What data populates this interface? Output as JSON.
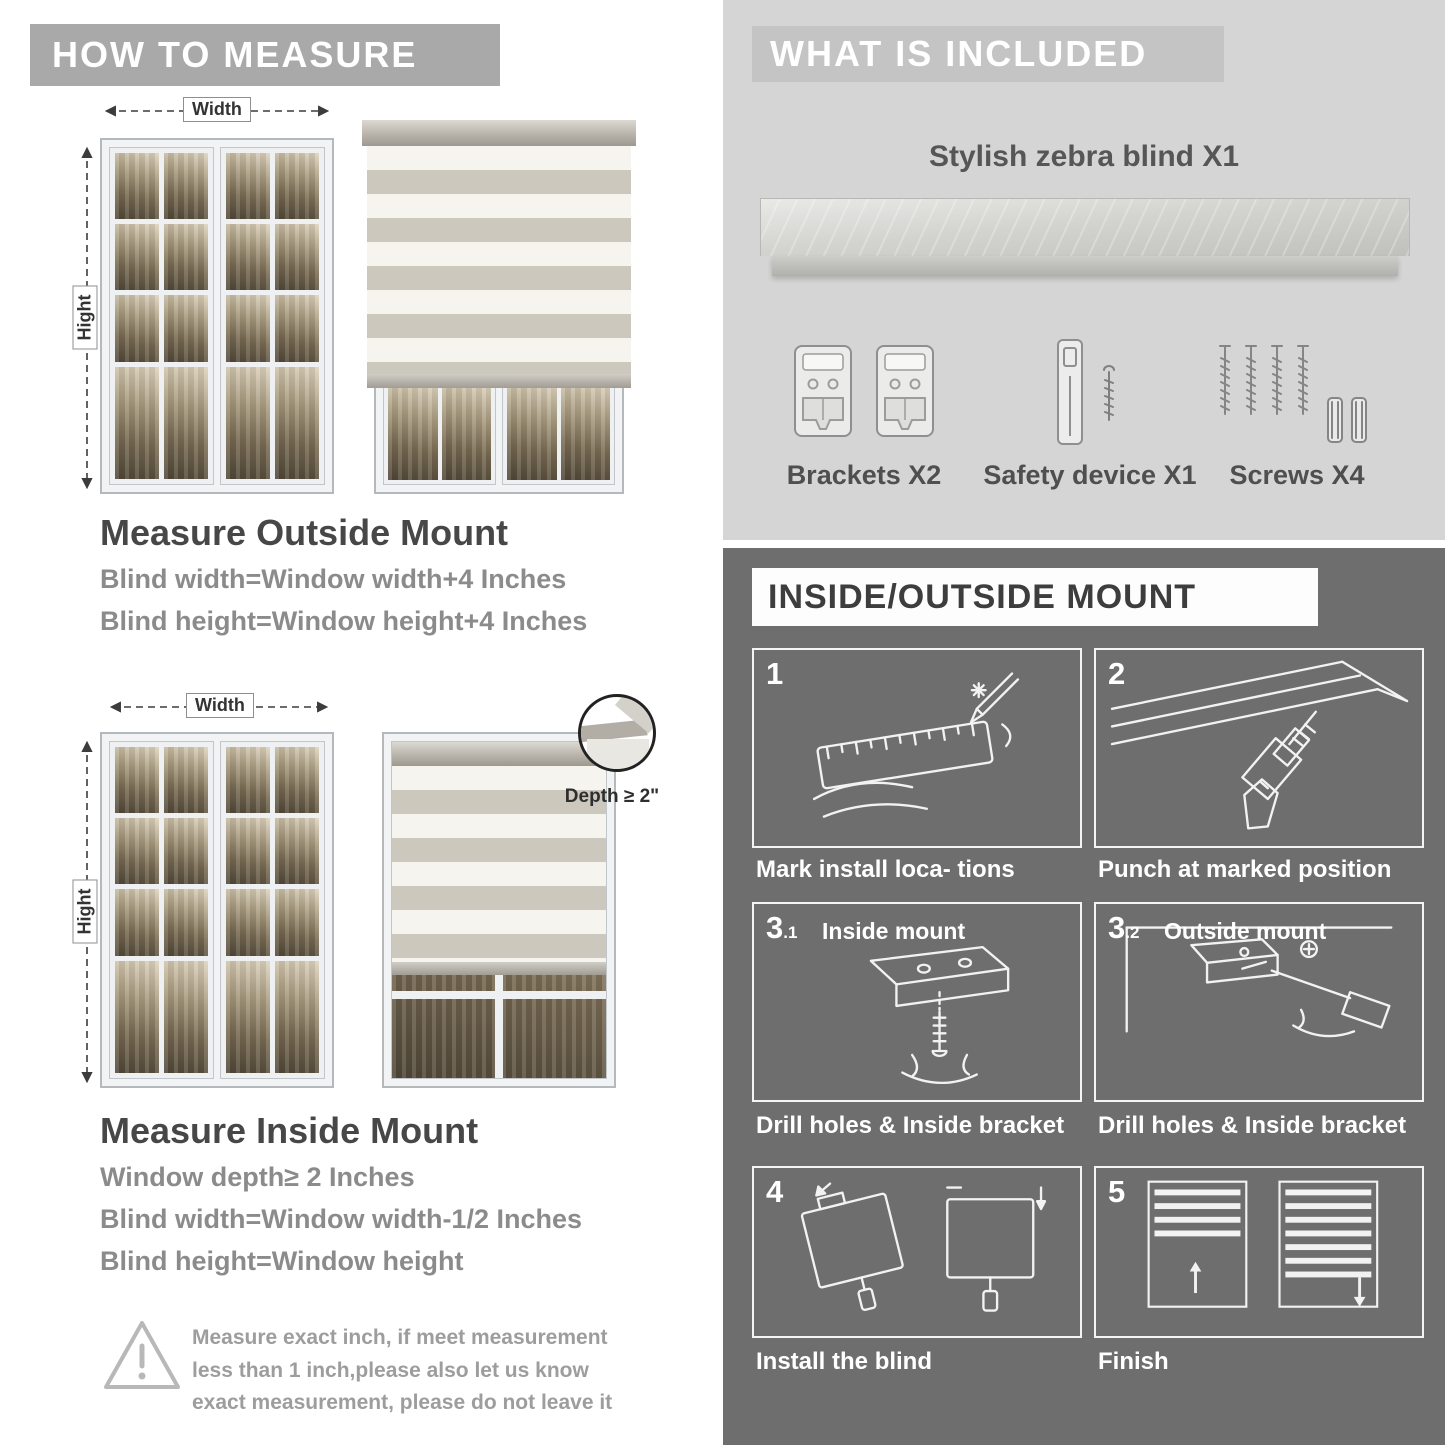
{
  "colors": {
    "left_banner_bg": "#a9a9a9",
    "included_section_bg": "#d5d5d5",
    "included_banner_bg": "#c4c4c4",
    "dark_section_bg": "#6e6e6e",
    "heading_text": "#474747",
    "body_text": "#8b8b8b",
    "banner_text": "#ffffff"
  },
  "left": {
    "header": "HOW TO MEASURE",
    "outside": {
      "width_label": "Width",
      "height_label": "Hight",
      "title": "Measure Outside Mount",
      "line1": "Blind width=Window width+4 Inches",
      "line2": "Blind height=Window height+4 Inches"
    },
    "inside": {
      "width_label": "Width",
      "height_label": "Hight",
      "depth_label": "Depth ≥ 2\"",
      "title": "Measure Inside Mount",
      "line1": "Window depth≥ 2 Inches",
      "line2": "Blind width=Window width-1/2 Inches",
      "line3": "Blind height=Window height"
    },
    "warning_text": "Measure exact inch, if meet measurement less than 1 inch,please also let us know exact measurement, please do not leave it"
  },
  "right": {
    "included": {
      "header": "WHAT IS INCLUDED",
      "blind_label": "Stylish zebra blind X1",
      "items": [
        {
          "label": "Brackets X2"
        },
        {
          "label": "Safety device X1"
        },
        {
          "label": "Screws X4"
        }
      ]
    },
    "mount": {
      "header": "INSIDE/OUTSIDE MOUNT",
      "steps": [
        {
          "num": "1",
          "caption": "Mark install loca- tions"
        },
        {
          "num": "2",
          "caption": "Punch at  marked position"
        },
        {
          "num": "3",
          "sub": ".1",
          "title": "Inside mount",
          "caption": "Drill holes &  Inside bracket"
        },
        {
          "num": "3",
          "sub": ".2",
          "title": "Outside mount",
          "caption": "Drill holes &  Inside bracket"
        },
        {
          "num": "4",
          "caption": "Install the blind"
        },
        {
          "num": "5",
          "caption": "Finish"
        }
      ]
    }
  }
}
